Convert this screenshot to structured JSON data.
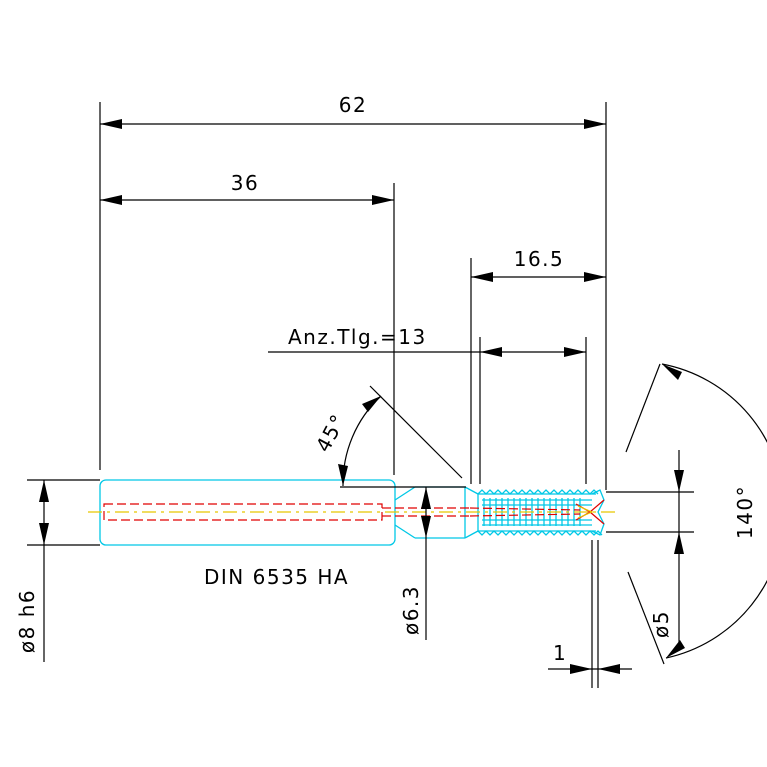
{
  "labels": {
    "total_length": "62",
    "shank_length": "36",
    "thread_length": "16.5",
    "tooth_count": "Anz.Tlg.=13",
    "chamfer_angle": "45°",
    "point_angle": "140°",
    "standard": "DIN 6535 HA",
    "shank_diameter": "ø8 h6",
    "neck_diameter": "ø6.3",
    "thread_diameter": "ø5",
    "tip_length": "1"
  },
  "colors": {
    "outline": "#00c8e6",
    "hidden_line": "#e00000",
    "center_line": "#e6c800",
    "dimension": "#000000"
  }
}
